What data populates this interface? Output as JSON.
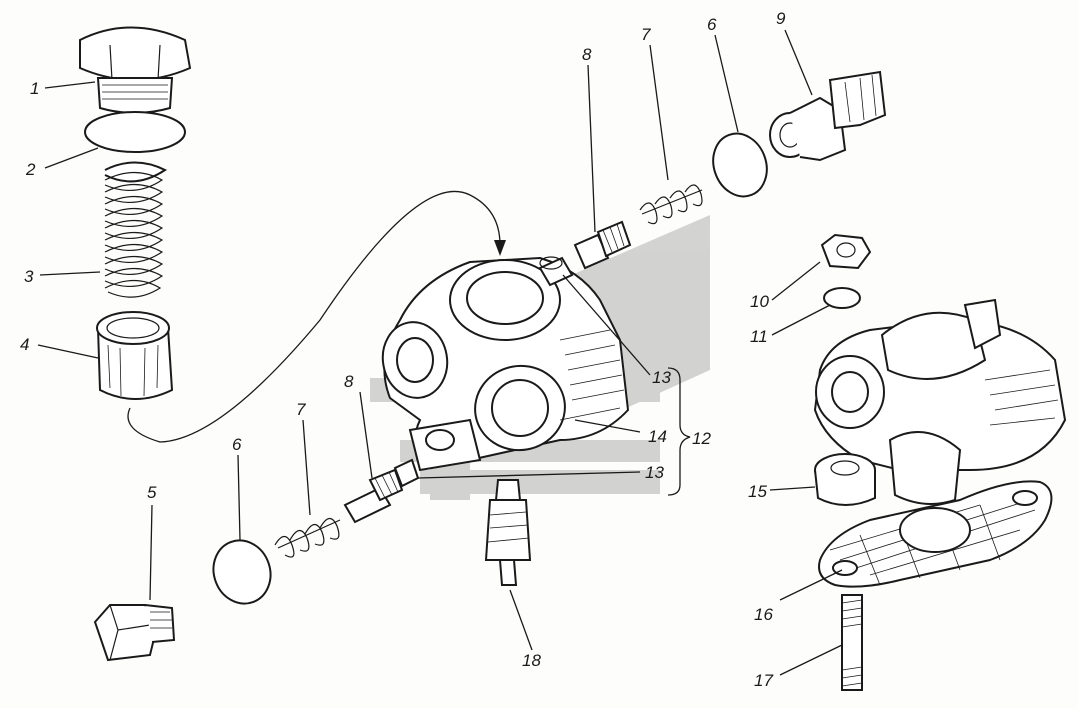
{
  "diagram": {
    "labels": {
      "l1": "1",
      "l2": "2",
      "l3": "3",
      "l4": "4",
      "l5": "5",
      "l6a": "6",
      "l6b": "6",
      "l7a": "7",
      "l7b": "7",
      "l8a": "8",
      "l8b": "8",
      "l9": "9",
      "l10": "10",
      "l11": "11",
      "l12": "12",
      "l13a": "13",
      "l13b": "13",
      "l14": "14",
      "l15": "15",
      "l16": "16",
      "l17": "17",
      "l18": "18"
    },
    "colors": {
      "ink": "#1a1a1a",
      "paper": "#fdfdfb",
      "watermark": "#bdbdbd"
    }
  }
}
